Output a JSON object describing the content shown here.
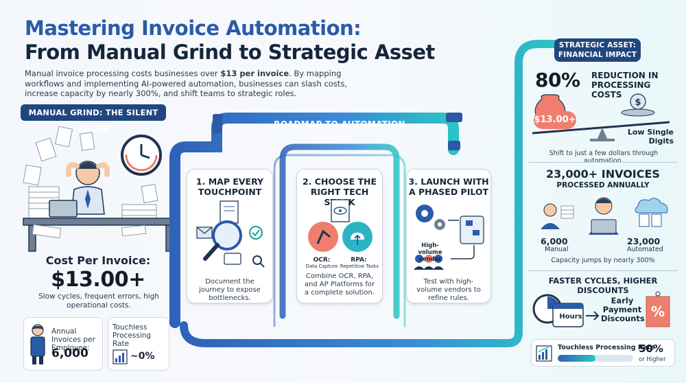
{
  "title": {
    "line1": "Mastering Invoice Automation:",
    "line2": "From Manual Grind to Strategic Asset"
  },
  "intro": {
    "pre": "Manual invoice processing costs businesses over ",
    "bold": "$13 per invoice",
    "post": ". By mapping workflows and implementing AI-powered automation, businesses can slash costs, increase capacity by nearly 300%, and shift teams to strategic roles."
  },
  "left": {
    "pill": "MANUAL GRIND: THE SILENT KILLER",
    "cost_label": "Cost Per Invoice:",
    "cost_value": "$13.00+",
    "cost_desc": "Slow cycles, frequent errors, high operational costs.",
    "mini1_label": "Annual Invoices per Employee:",
    "mini1_value": "6,000",
    "mini2_label": "Touchless Processing Rate",
    "mini2_value": "~0%"
  },
  "roadmap": {
    "label": "ROADMAP TO AUTOMATION",
    "steps": [
      {
        "title": "1. MAP EVERY TOUCHPOINT",
        "desc": "Document the journey to expose bottlenecks."
      },
      {
        "title": "2. CHOOSE THE RIGHT TECH STACK",
        "desc": "Combine OCR, RPA, and AP Platforms for a complete solution.",
        "ocr_title": "OCR:",
        "ocr_sub": "Data Capture",
        "rpa_title": "RPA:",
        "rpa_sub": "Repetitive Tasks"
      },
      {
        "title": "3. LAUNCH WITH A PHASED PILOT",
        "desc": "Test with high-volume vendors to refine rules.",
        "vendor_label": "High-volume vendor"
      }
    ]
  },
  "right": {
    "pill": "STRATEGIC ASSET: FINANCIAL IMPACT",
    "reduction_value": "80%",
    "reduction_label": "REDUCTION IN PROCESSING COSTS",
    "bag_value": "$13.00+",
    "low_label": "Low Single Digits",
    "shift_text": "Shift to just a few dollars through automation.",
    "invoices_title": "23,000+ INVOICES",
    "invoices_sub": "PROCESSED ANNUALLY",
    "manual_value": "6,000",
    "manual_label": "Manual",
    "auto_value": "23,000",
    "auto_label": "Automated",
    "capacity_text": "Capacity jumps by nearly 300%",
    "cycles_title": "FASTER CYCLES, HIGHER DISCOUNTS",
    "hours_label": "Hours",
    "discount_label": "Early Payment Discounts",
    "percent_sign": "%",
    "tpr_label": "Touchless Processing Rate",
    "tpr_value": "50%",
    "tpr_sub": "or Higher"
  },
  "colors": {
    "title_blue": "#2a5ba8",
    "navy": "#21467f",
    "pipe_blue": "#3a7bd5",
    "teal": "#2cc4c4",
    "coral": "#f07e6e"
  }
}
